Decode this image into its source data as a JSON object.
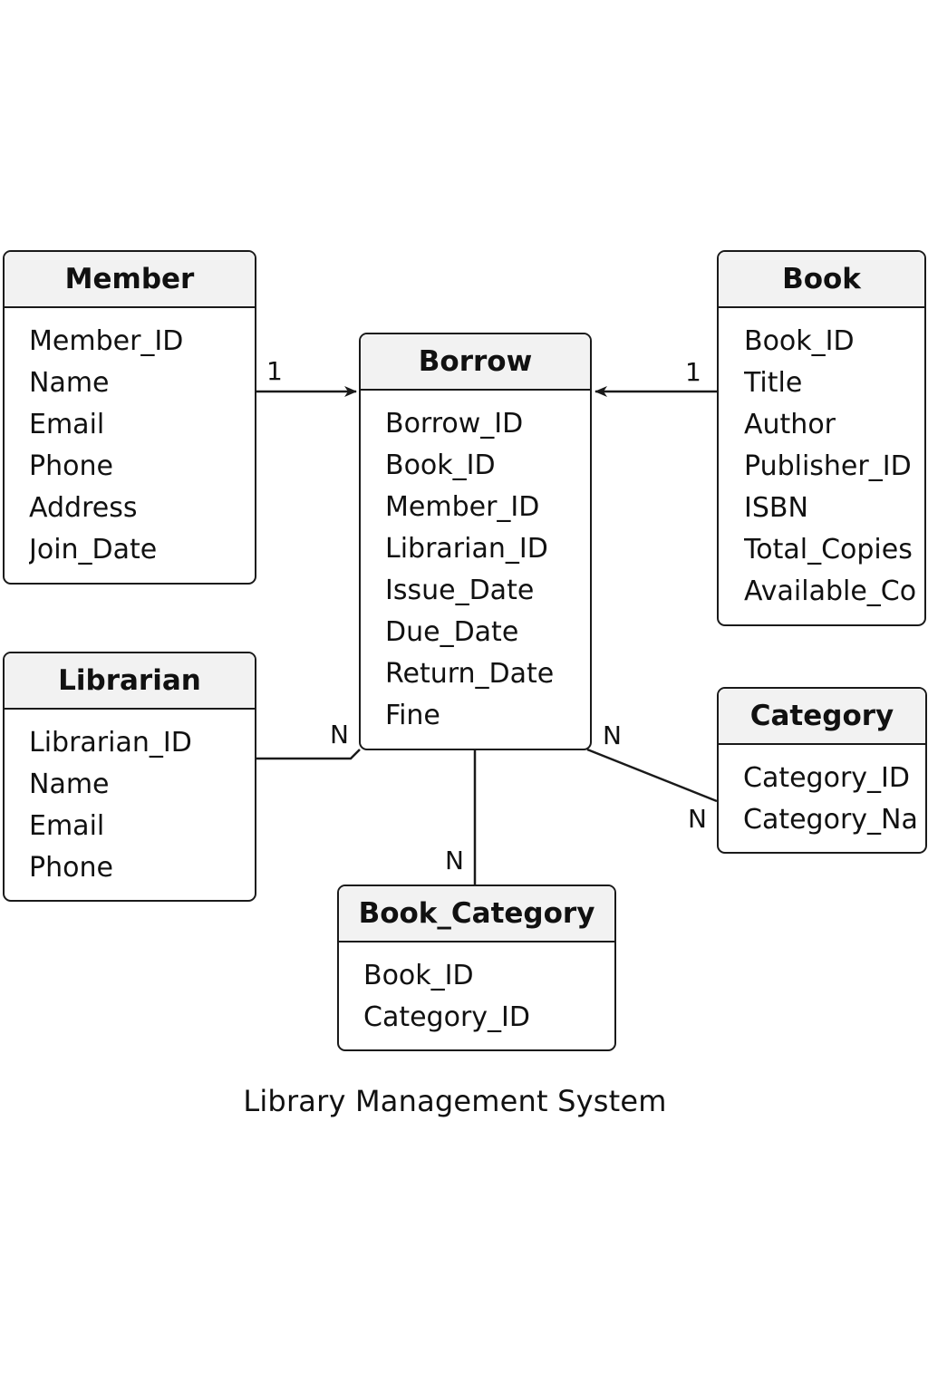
{
  "title": "Library Management System",
  "entities": {
    "member": {
      "name": "Member",
      "attributes": [
        "Member_ID",
        "Name",
        "Email",
        "Phone",
        "Address",
        "Join_Date"
      ]
    },
    "book": {
      "name": "Book",
      "attributes": [
        "Book_ID",
        "Title",
        "Author",
        "Publisher_ID",
        "ISBN",
        "Total_Copies",
        "Available_Co"
      ]
    },
    "borrow": {
      "name": "Borrow",
      "attributes": [
        "Borrow_ID",
        "Book_ID",
        "Member_ID",
        "Librarian_ID",
        "Issue_Date",
        "Due_Date",
        "Return_Date",
        "Fine"
      ]
    },
    "librarian": {
      "name": "Librarian",
      "attributes": [
        "Librarian_ID",
        "Name",
        "Email",
        "Phone"
      ]
    },
    "category": {
      "name": "Category",
      "attributes": [
        "Category_ID",
        "Category_Na"
      ]
    },
    "book_category": {
      "name": "Book_Category",
      "attributes": [
        "Book_ID",
        "Category_ID"
      ]
    }
  },
  "cardinalities": {
    "member_borrow": "1",
    "book_borrow": "1",
    "librarian_borrow": "N",
    "borrow_category": "N",
    "category_borrow": "N",
    "bookcategory_borrow": "N"
  },
  "colors": {
    "line": "#1a1a1a",
    "header_fill": "#f2f2f2",
    "background": "#ffffff"
  }
}
